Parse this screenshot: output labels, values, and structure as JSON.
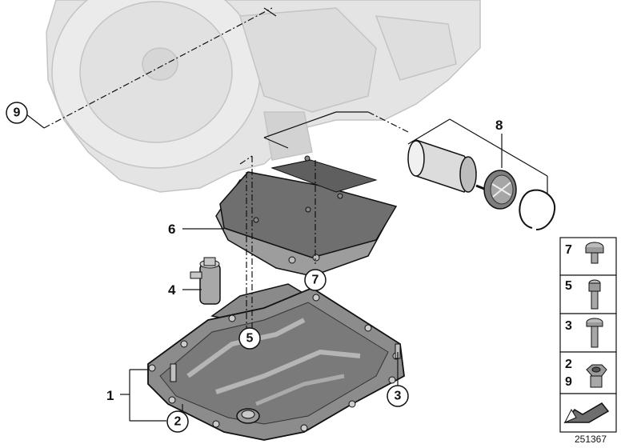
{
  "callouts": {
    "c1": "1",
    "c2": "2",
    "c3": "3",
    "c4": "4",
    "c5": "5",
    "c6": "6",
    "c7": "7",
    "c8": "8",
    "c9": "9"
  },
  "legend": {
    "row1": "7",
    "row2": "5",
    "row3": "3",
    "row4a": "2",
    "row4b": "9"
  },
  "doc_number": "251367",
  "colors": {
    "line": "#111111",
    "housing": "#d9d9d9",
    "part_dark": "#6e6e6e",
    "part_mid": "#9a9a9a"
  }
}
